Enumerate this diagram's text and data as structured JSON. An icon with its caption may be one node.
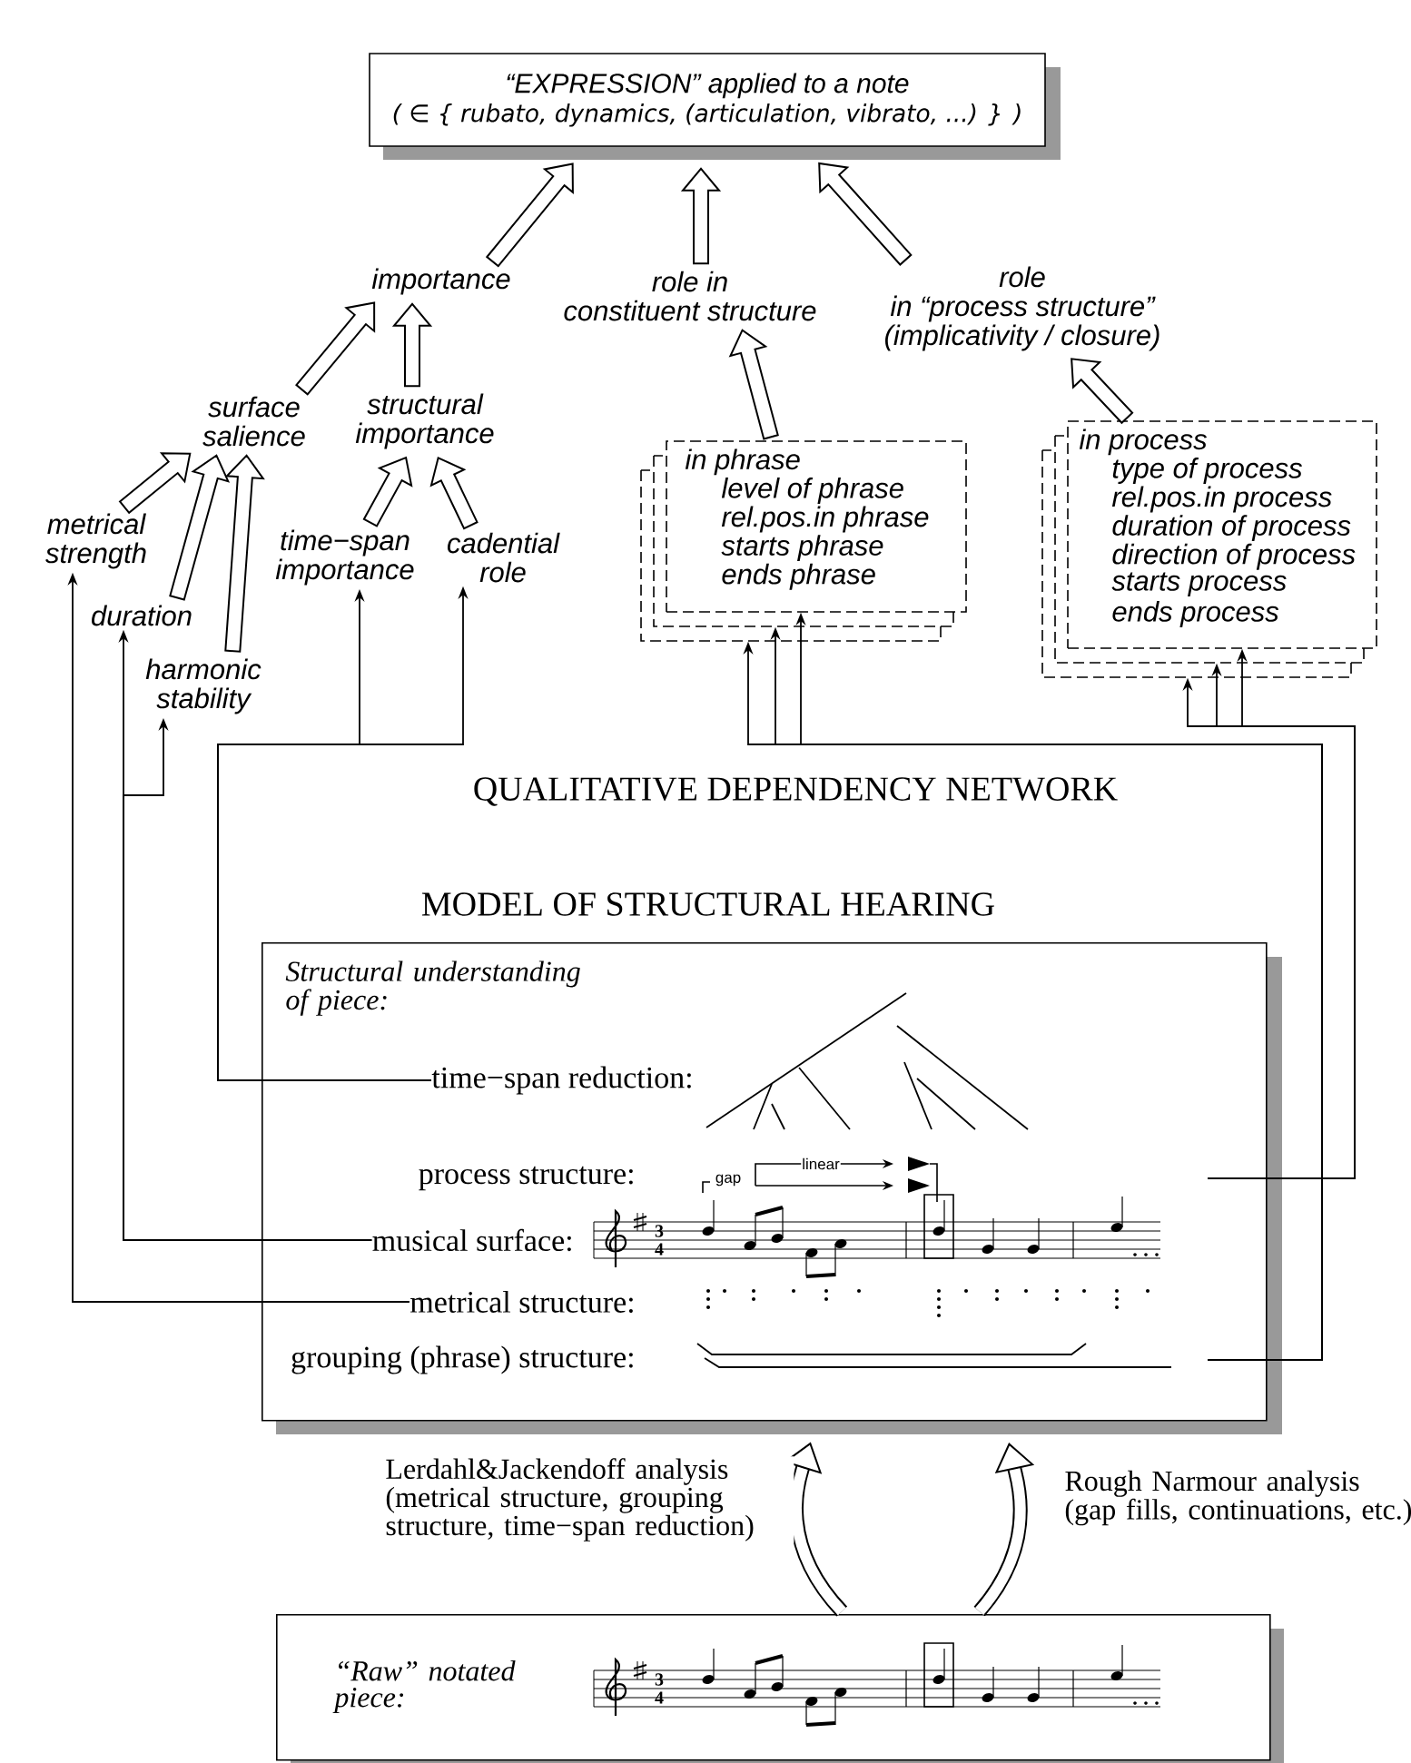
{
  "diagram": {
    "nodes": [
      {
        "text": [
          "“EXPRESSION” applied to a note",
          "( ∈ { rubato, dynamics, (articulation, vibrato, ...) } )"
        ]
      },
      {
        "text": [
          "importance"
        ]
      },
      {
        "text": [
          "role in constituent structure"
        ]
      },
      {
        "text": [
          "role in “process structure” (implicativity / closure)"
        ]
      },
      {
        "text": [
          "surface salience"
        ]
      },
      {
        "text": [
          "structural importance"
        ]
      },
      {
        "text": [
          "metrical strength"
        ]
      },
      {
        "text": [
          "duration"
        ]
      },
      {
        "text": [
          "harmonic stability"
        ]
      },
      {
        "text": [
          "time−span importance"
        ]
      },
      {
        "text": [
          "cadential role"
        ]
      },
      {
        "text": [
          "in phrase",
          "level of phrase",
          "rel.pos.in phrase",
          "starts phrase",
          "ends phrase"
        ]
      },
      {
        "text": [
          "in process",
          "type of process",
          "rel.pos.in process",
          "duration of process",
          "direction of process",
          "starts process",
          "ends process"
        ]
      },
      {
        "text": [
          "MODEL OF STRUCTURAL HEARING",
          "Structural understanding of piece:"
        ]
      },
      {
        "text": [
          "time−span reduction:"
        ],
        "in": 13
      },
      {
        "text": [
          "process structure:"
        ],
        "in": 13
      },
      {
        "text": [
          "musical surface:"
        ],
        "in": 13
      },
      {
        "text": [
          "metrical structure:"
        ],
        "in": 13
      },
      {
        "text": [
          "grouping (phrase) structure:"
        ],
        "in": 13
      },
      {
        "text": [
          "“Raw” notated piece:"
        ]
      }
    ],
    "edges": [
      {
        "from": 1,
        "to": 0,
        "arrow": "to",
        "style": "thick"
      },
      {
        "from": 2,
        "to": 0,
        "arrow": "to",
        "style": "thick"
      },
      {
        "from": 3,
        "to": 0,
        "arrow": "to",
        "style": "thick"
      },
      {
        "from": 4,
        "to": 1,
        "arrow": "to",
        "style": "thick"
      },
      {
        "from": 5,
        "to": 1,
        "arrow": "to",
        "style": "thick"
      },
      {
        "from": 6,
        "to": 4,
        "arrow": "to",
        "style": "thick"
      },
      {
        "from": 7,
        "to": 4,
        "arrow": "to",
        "style": "thick"
      },
      {
        "from": 8,
        "to": 4,
        "arrow": "to",
        "style": "thick"
      },
      {
        "from": 9,
        "to": 5,
        "arrow": "to",
        "style": "thick"
      },
      {
        "from": 10,
        "to": 5,
        "arrow": "to",
        "style": "thick"
      },
      {
        "from": 11,
        "to": 2,
        "arrow": "to",
        "style": "thick"
      },
      {
        "from": 12,
        "to": 3,
        "arrow": "to",
        "style": "thick"
      },
      {
        "from": 14,
        "to": 9,
        "arrow": "to"
      },
      {
        "from": 14,
        "to": 10,
        "arrow": "to"
      },
      {
        "from": 16,
        "to": 7,
        "arrow": "to"
      },
      {
        "from": 16,
        "to": 8,
        "arrow": "to"
      },
      {
        "from": 17,
        "to": 6,
        "arrow": "to"
      },
      {
        "from": 18,
        "to": 11,
        "arrow": "to"
      },
      {
        "from": 18,
        "to": 11,
        "arrow": "to"
      },
      {
        "from": 18,
        "to": 11,
        "arrow": "to"
      },
      {
        "from": 15,
        "to": 12,
        "arrow": "to"
      },
      {
        "from": 15,
        "to": 12,
        "arrow": "to"
      },
      {
        "from": 15,
        "to": 12,
        "arrow": "to"
      },
      {
        "from": 19,
        "to": 13,
        "arrow": "to",
        "style": "thick",
        "label": "Lerdahl&Jackendoff analysis (metrical structure, grouping structure, time−span reduction)"
      },
      {
        "from": 19,
        "to": 13,
        "arrow": "to",
        "style": "thick",
        "label": "Rough Narmour analysis (gap fills, continuations, etc.)"
      }
    ],
    "labels": [
      "QUALITATIVE DEPENDENCY NETWORK",
      "gap",
      "linear",
      "3",
      "4",
      "3",
      "4"
    ]
  }
}
